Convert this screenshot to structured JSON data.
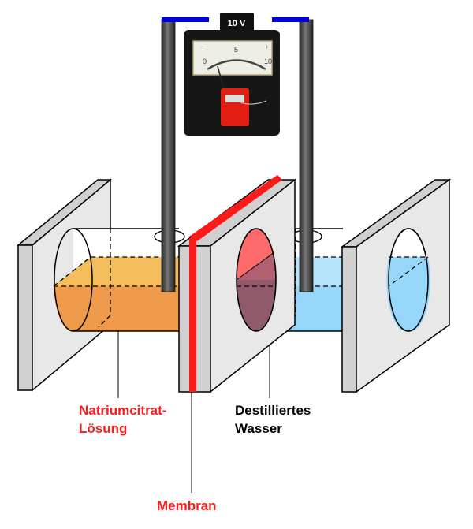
{
  "voltmeter": {
    "range_label": "10 V",
    "scale_labels": [
      "0",
      "5",
      "10"
    ],
    "minus": "−",
    "plus": "+"
  },
  "labels": {
    "solution_line1": "Natriumcitrat-",
    "solution_line2": "Lösung",
    "water_line1": "Destilliertes",
    "water_line2": "Wasser",
    "membrane": "Membran"
  },
  "colors": {
    "solution": "#ee9a4a",
    "solution_surface": "#f3bd5c",
    "water": "#96d6f8",
    "water_surface": "#b6e4fb",
    "membrane": "#ff1a1a",
    "wire": "#0000dd",
    "plate": "#e8e8e8"
  }
}
